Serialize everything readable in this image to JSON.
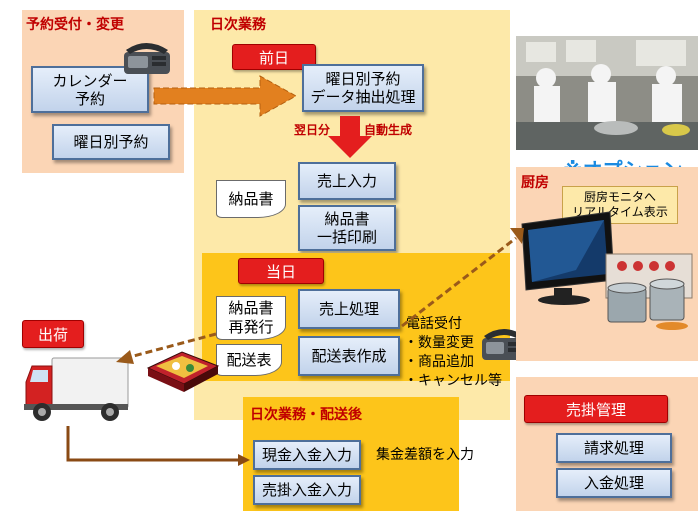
{
  "reservation": {
    "title": "予約受付・変更",
    "calendar_btn": "カレンダー\n予約",
    "weekday_btn": "曜日別予約"
  },
  "daily": {
    "title": "日次業務",
    "prev_day_badge": "前日",
    "extract_btn": "曜日別予約\nデータ抽出処理",
    "next_day_label": "翌日分",
    "auto_label": "自動生成",
    "delivery_doc": "納品書",
    "sales_input_btn": "売上入力",
    "bulk_print_btn": "納品書\n一括印刷"
  },
  "sameday": {
    "badge": "当日",
    "reissue_doc": "納品書\n再発行",
    "sales_proc_btn": "売上処理",
    "delivery_list_doc": "配送表",
    "delivery_make_btn": "配送表作成",
    "phone_label": "電話受付",
    "phone_items": [
      "・数量変更",
      "・商品追加",
      "・キャンセル等"
    ]
  },
  "shipping": {
    "badge": "出荷"
  },
  "after": {
    "title": "日次業務・配送後",
    "cash_btn": "現金入金入力",
    "credit_btn": "売掛入金入力",
    "diff_label": "集金差額を入力"
  },
  "kitchen": {
    "option_label": "※オプション",
    "title": "厨房",
    "monitor_note": "厨房モニタへ\nリアルタイム表示"
  },
  "receivable": {
    "title": "売掛管理",
    "billing_btn": "請求処理",
    "payment_btn": "入金処理"
  },
  "colors": {
    "peach": "#fbd5b5",
    "light_yellow": "#fde9a9",
    "deep_yellow": "#fdc51a",
    "accent_red": "#e41e1e",
    "arrow_orange": "#e2801f",
    "arrow_brown": "#9a5a1a"
  }
}
